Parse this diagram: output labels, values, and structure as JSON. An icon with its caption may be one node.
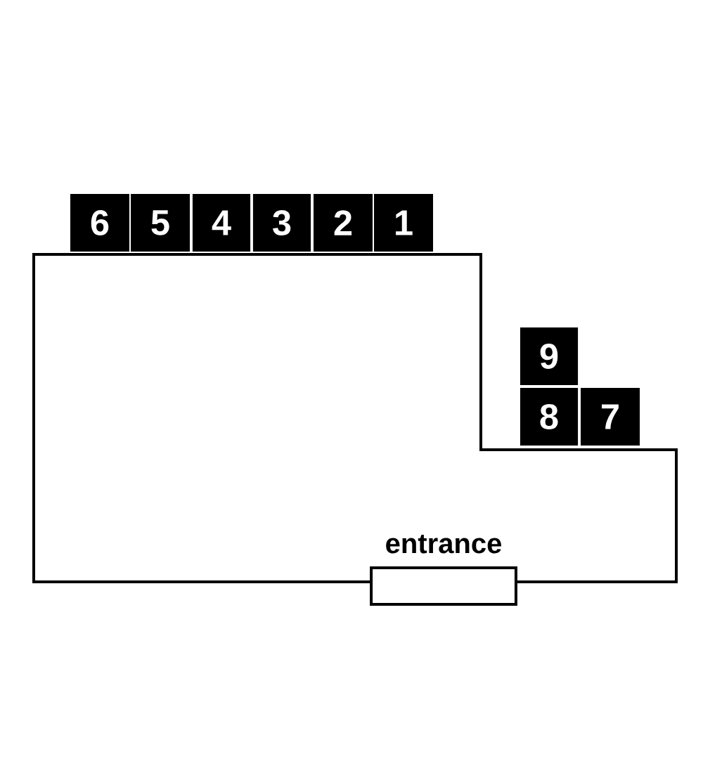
{
  "diagram": {
    "nodes": [
      {
        "text": [
          "6"
        ]
      },
      {
        "text": [
          "5"
        ]
      },
      {
        "text": [
          "4"
        ]
      },
      {
        "text": [
          "3"
        ]
      },
      {
        "text": [
          "2"
        ]
      },
      {
        "text": [
          "1"
        ]
      },
      {
        "text": [
          "9"
        ]
      },
      {
        "text": [
          "8"
        ]
      },
      {
        "text": [
          "7"
        ]
      },
      {
        "text": [
          "entrance"
        ]
      }
    ]
  }
}
